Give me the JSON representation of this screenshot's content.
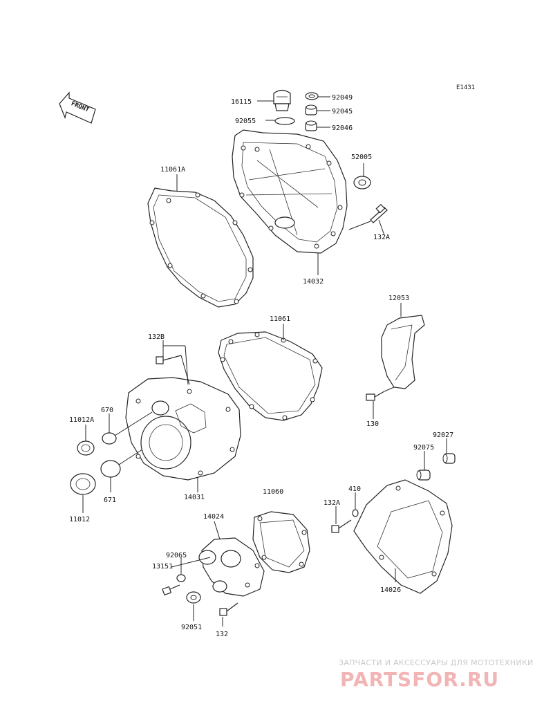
{
  "diagram_code": "E1431",
  "front_arrow": "FRONT",
  "part_labels": {
    "p16115": "16115",
    "p92049": "92049",
    "p92045": "92045",
    "p92046": "92046",
    "p92055": "92055",
    "p52005": "52005",
    "p11061A": "11061A",
    "p132A_top": "132A",
    "p14032": "14032",
    "p12053": "12053",
    "p11061": "11061",
    "p132B": "132B",
    "p670": "670",
    "p11012A": "11012A",
    "p130": "130",
    "p92027": "92027",
    "p92075": "92075",
    "p671": "671",
    "p14031": "14031",
    "p11012": "11012",
    "p11060": "11060",
    "p410": "410",
    "p132A_bot": "132A",
    "p14024": "14024",
    "p92065": "92065",
    "p13151": "13151",
    "p14026": "14026",
    "p92051": "92051",
    "p132": "132"
  },
  "watermark": {
    "tagline": "ЗАПЧАСТИ И АКСЕССУАРЫ ДЛЯ МОТОТЕХНИКИ",
    "brand": "PARTSFOR.RU"
  }
}
